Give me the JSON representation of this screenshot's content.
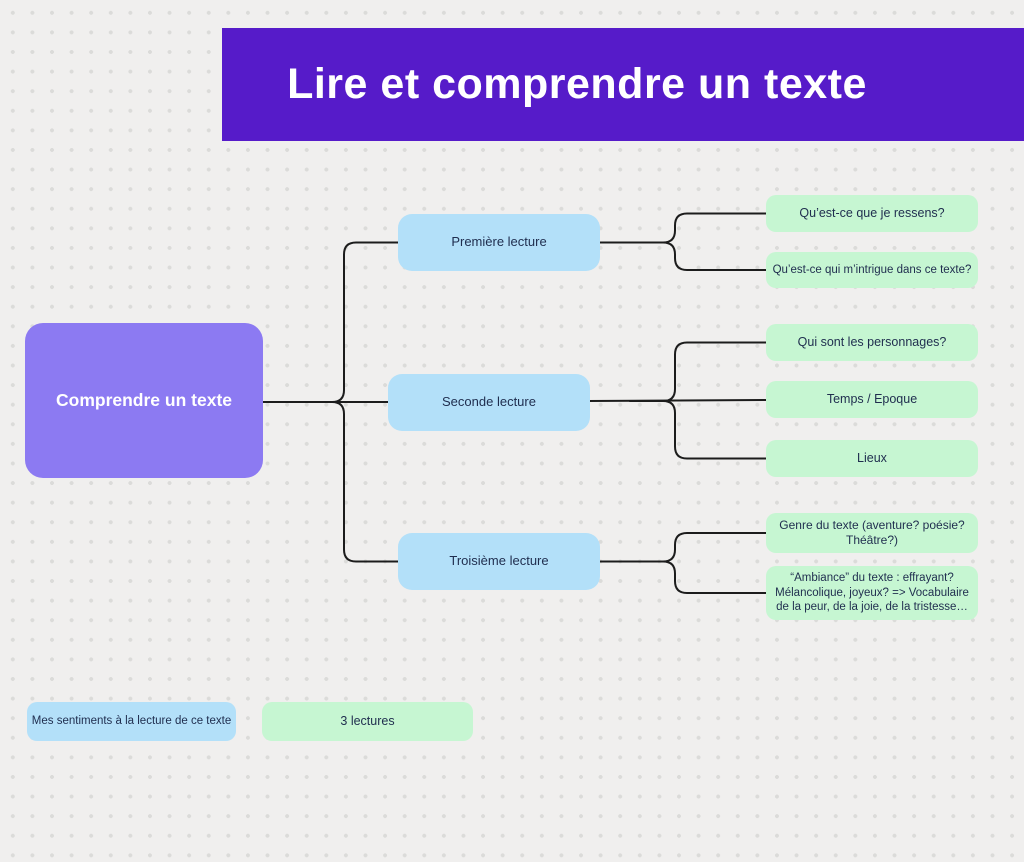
{
  "app": {
    "title": "Lire et comprendre un texte"
  },
  "colors": {
    "background": "#f0efee",
    "dot_grid": "#dbdbd9",
    "banner": "#561bc9",
    "banner_text": "#ffffff",
    "root_node": "#8c7af2",
    "blue_node": "#b3e0f9",
    "green_node": "#c6f6d2",
    "node_text": "#1f2d4e",
    "connector": "#1c1c1c"
  },
  "mindmap": {
    "root": {
      "label": "Comprendre un texte"
    },
    "branches": [
      {
        "label": "Première lecture",
        "children": [
          {
            "label": "Qu’est-ce que je ressens?"
          },
          {
            "label": "Qu’est-ce qui m’intrigue dans ce texte?"
          }
        ]
      },
      {
        "label": "Seconde lecture",
        "children": [
          {
            "label": "Qui sont les personnages?"
          },
          {
            "label": "Temps / Epoque"
          },
          {
            "label": "Lieux"
          }
        ]
      },
      {
        "label": "Troisième lecture",
        "children": [
          {
            "label": "Genre du texte (aventure? poésie?\nThéâtre?)"
          },
          {
            "label": "“Ambiance” du texte : effrayant?\nMélancolique, joyeux? => Vocabulaire\nde la peur, de la joie, de la tristesse…"
          }
        ]
      }
    ]
  },
  "legend": {
    "sentiments": "Mes sentiments à la lecture de ce texte",
    "lectures": "3 lectures"
  }
}
